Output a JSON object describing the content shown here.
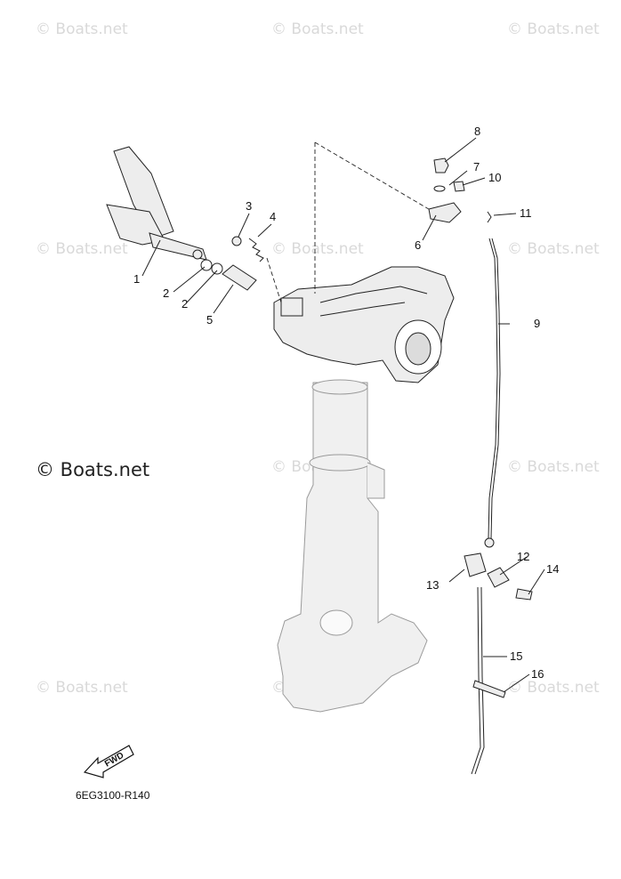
{
  "watermark": "© Boats.net",
  "watermark_main": "© Boats.net",
  "diagram_code": "6EG3100-R140",
  "fwd_label": "FWD",
  "callouts": [
    "1",
    "2",
    "2",
    "3",
    "4",
    "5",
    "6",
    "7",
    "8",
    "9",
    "10",
    "11",
    "12",
    "13",
    "14",
    "15",
    "16"
  ]
}
